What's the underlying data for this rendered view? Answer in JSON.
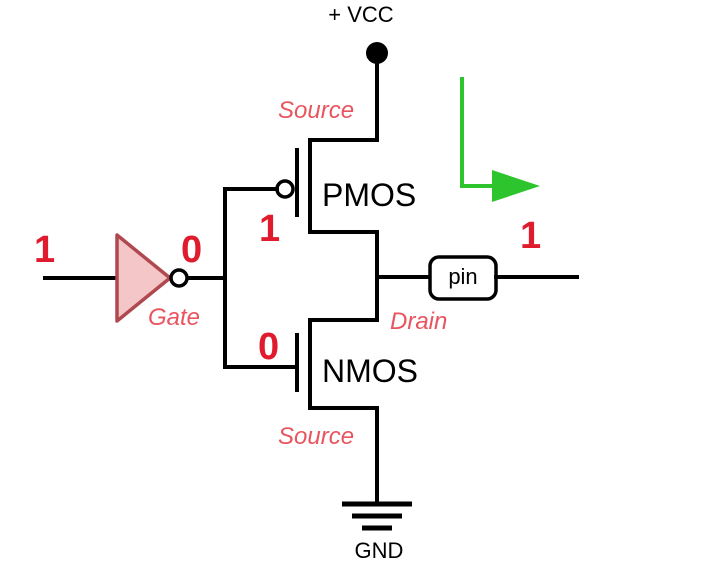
{
  "supply": {
    "vcc_label": "+ VCC",
    "gnd_label": "GND"
  },
  "transistors": {
    "pmos": {
      "label": "PMOS",
      "source_label": "Source",
      "gate_value": "1"
    },
    "nmos": {
      "label": "NMOS",
      "source_label": "Source",
      "gate_value": "0"
    }
  },
  "input": {
    "value": "1"
  },
  "buffer": {
    "output_value": "0",
    "gate_label": "Gate"
  },
  "output": {
    "drain_label": "Drain",
    "pin_label": "pin",
    "value": "1"
  },
  "colors": {
    "logic": "#e01b2e",
    "annotation": "#e8555f",
    "arrow": "#2ec42e",
    "buffer_fill": "#f4c6c8",
    "buffer_stroke": "#b0484f"
  }
}
